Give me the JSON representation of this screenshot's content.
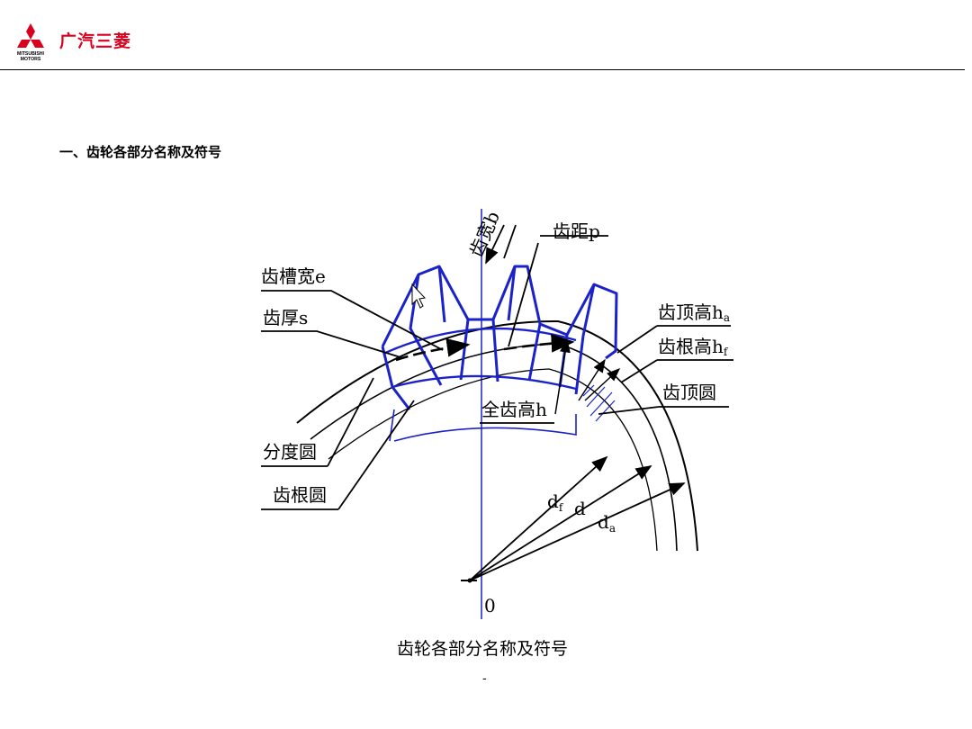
{
  "brand": {
    "name_cn": "广汽三菱",
    "logo_line1": "MITSUBISHI",
    "logo_line2": "MOTORS",
    "color": "#d8001c"
  },
  "heading": "一、齿轮各部分名称及符号",
  "diagram": {
    "labels": {
      "tooth_width": "齿宽b",
      "pitch": "齿距p",
      "space_width": "齿槽宽e",
      "tooth_thickness": "齿厚s",
      "addendum": "齿顶高h",
      "addendum_sub": "a",
      "dedendum": "齿根高h",
      "dedendum_sub": "f",
      "tip_circle": "齿顶圆",
      "whole_depth": "全齿高h",
      "pitch_circle": "分度圆",
      "root_circle": "齿根圆",
      "df": "d",
      "df_sub": "f",
      "d": "d",
      "da": "d",
      "da_sub": "a",
      "origin": "0"
    },
    "colors": {
      "gear_outline": "#1a22c8",
      "lines": "#000000"
    }
  },
  "caption": "齿轮各部分名称及符号",
  "page_marker": "-"
}
